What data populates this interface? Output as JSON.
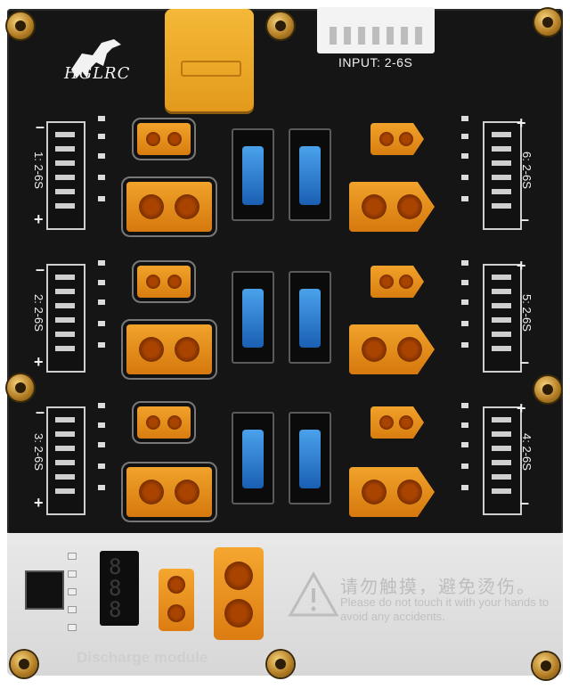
{
  "brand": {
    "name": "HGLRC",
    "logo_icon": "dinosaur-icon"
  },
  "input_label": "INPUT: 2-6S",
  "ports": [
    {
      "label": "1: 2-6S",
      "side": "left"
    },
    {
      "label": "2: 2-6S",
      "side": "left"
    },
    {
      "label": "3: 2-6S",
      "side": "left"
    },
    {
      "label": "6: 2-6S",
      "side": "right"
    },
    {
      "label": "5: 2-6S",
      "side": "right"
    },
    {
      "label": "4: 2-6S",
      "side": "right"
    }
  ],
  "discharge": {
    "module_label": "Discharge module",
    "warning_zh": "请勿触摸，避免烫伤。",
    "warning_en": "Please do not touch it with your hands to avoid any accidents."
  },
  "colors": {
    "board": "#151515",
    "connector": "#e8901c",
    "fuse": "#2f7fd4",
    "brass": "#c9952f"
  }
}
